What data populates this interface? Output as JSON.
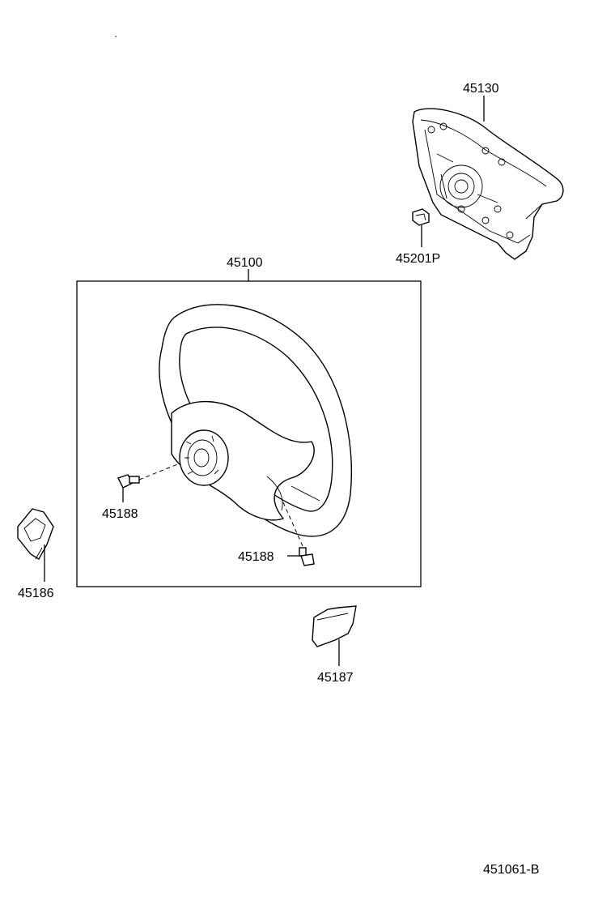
{
  "callouts": {
    "pad": "45130",
    "nut": "45201P",
    "wheel": "45100",
    "screw_left": "45188",
    "screw_bottom": "45188",
    "cover_left": "45186",
    "cover_bottom": "45187"
  },
  "figure_code": "451061-B",
  "parts": [
    {
      "id": "steering-wheel",
      "name": "45100"
    },
    {
      "id": "horn-pad",
      "name": "45130"
    },
    {
      "id": "nut",
      "name": "45201P"
    },
    {
      "id": "screw",
      "name": "45188"
    },
    {
      "id": "cover-lh",
      "name": "45186"
    },
    {
      "id": "cover-lower",
      "name": "45187"
    }
  ]
}
